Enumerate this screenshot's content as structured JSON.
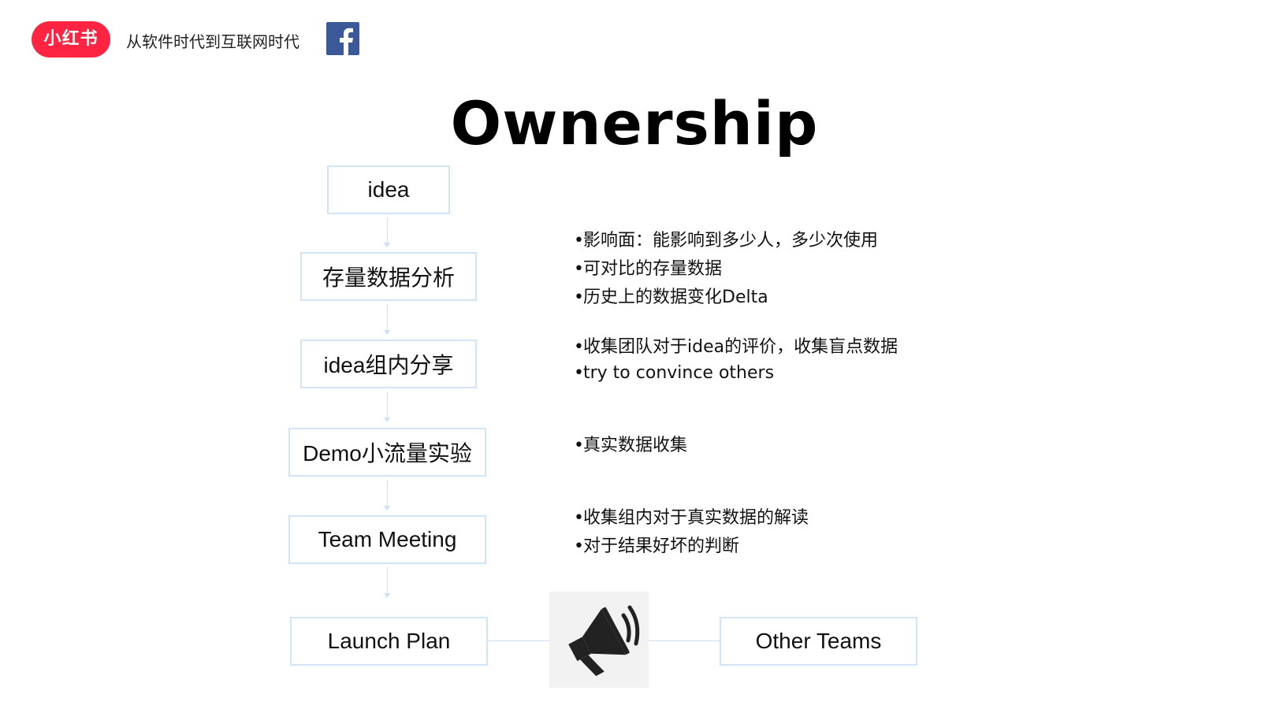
{
  "header": {
    "brand": "小红书",
    "subtitle": "从软件时代到互联网时代",
    "logo_icon": "facebook-icon"
  },
  "title": "Ownership",
  "flow": {
    "steps": [
      "idea",
      "存量数据分析",
      "idea组内分享",
      "Demo小流量实验",
      "Team Meeting",
      "Launch Plan"
    ],
    "broadcast_icon": "megaphone-icon",
    "target": "Other Teams"
  },
  "notes": {
    "group1": [
      "影响面：能影响到多少人，多少次使用",
      "可对比的存量数据",
      "历史上的数据变化Delta"
    ],
    "group2": [
      "收集团队对于idea的评价，收集盲点数据",
      "try to convince others"
    ],
    "group3": [
      "真实数据收集"
    ],
    "group4": [
      "收集组内对于真实数据的解读",
      "对于结果好坏的判断"
    ]
  },
  "colors": {
    "brand": "#ff2442",
    "facebook": "#3b5998",
    "box_border": "#d3e4f6",
    "icon_bg": "#f2f2f2"
  }
}
